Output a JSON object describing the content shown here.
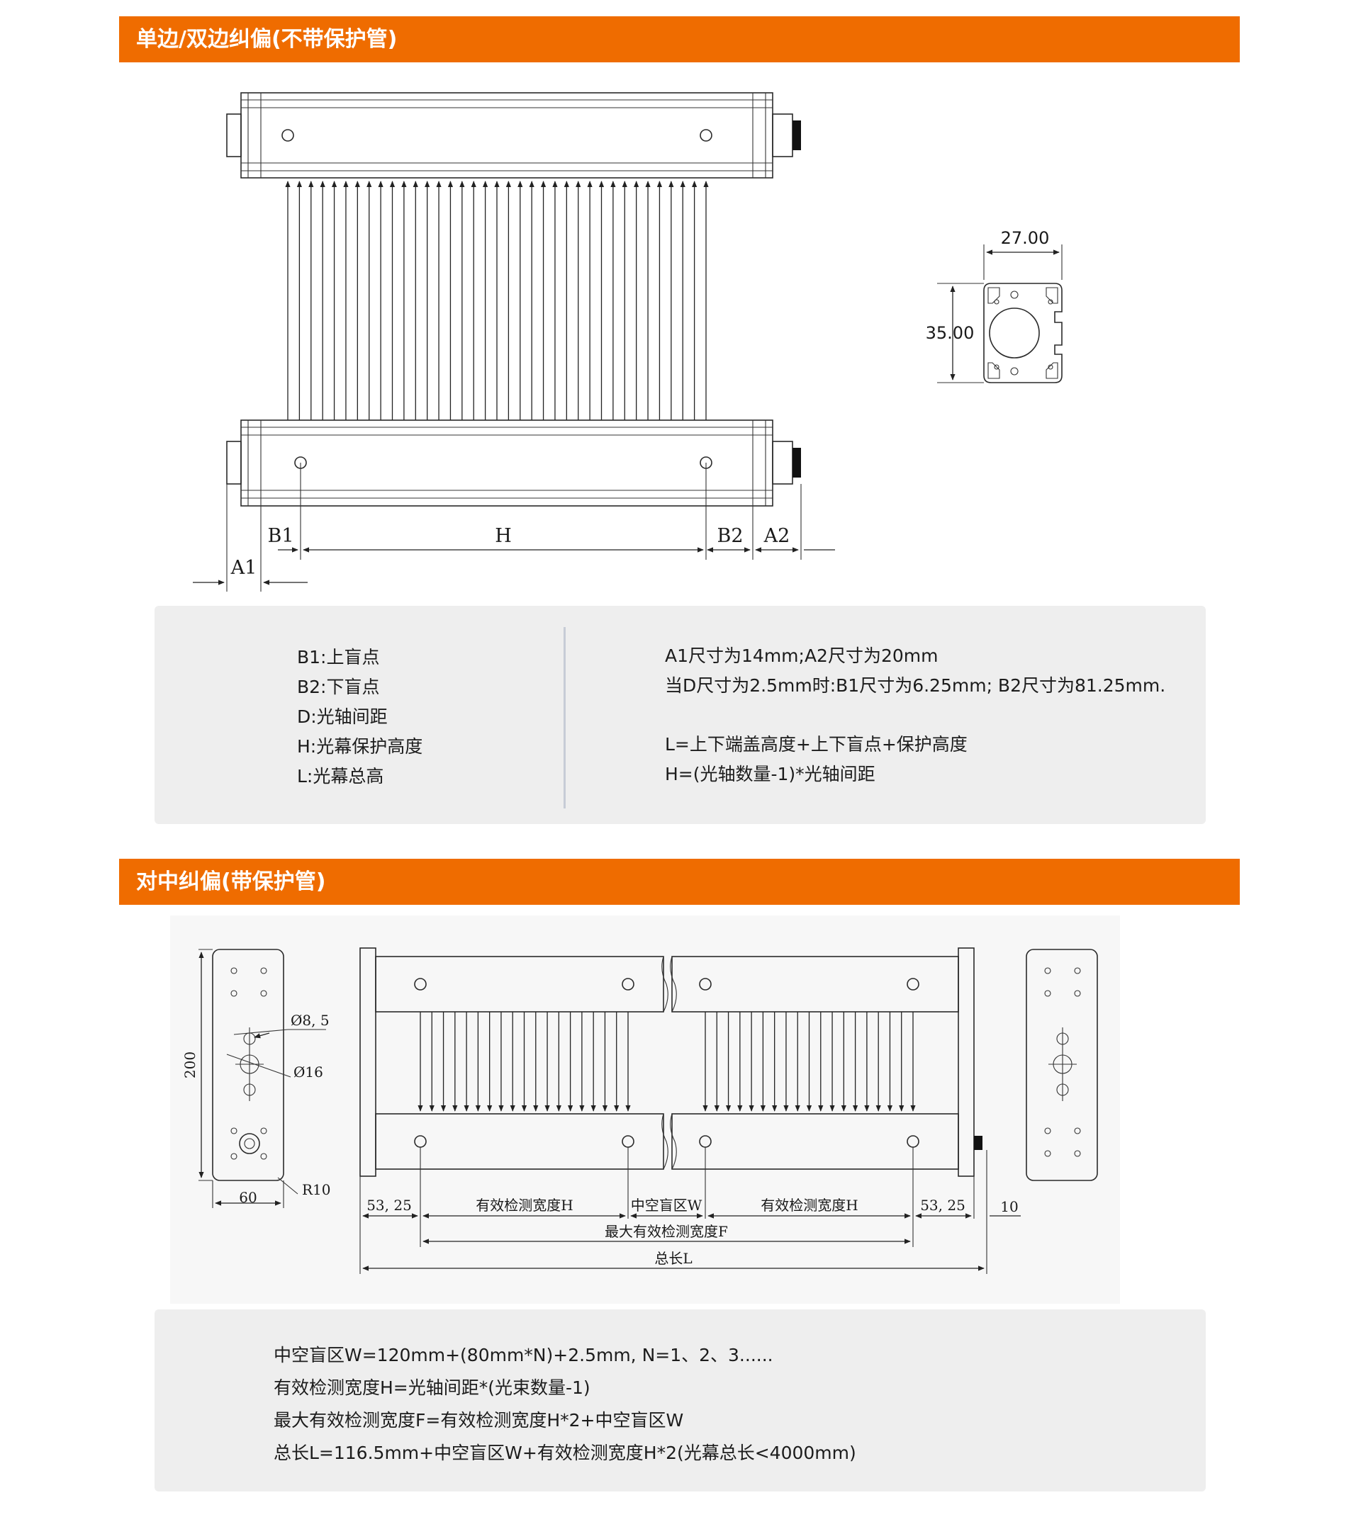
{
  "section1": {
    "title": "单边/双边纠偏(不带保护管)",
    "diagram": {
      "labels": {
        "b1": "B1",
        "h": "H",
        "b2": "B2",
        "a2": "A2",
        "a1": "A1"
      },
      "profile": {
        "width": "27.00",
        "height": "35.00"
      }
    },
    "info": {
      "left": [
        "B1:上盲点",
        "B2:下盲点",
        "D:光轴间距",
        "H:光幕保护高度",
        "L:光幕总高"
      ],
      "right": [
        "A1尺寸为14mm;A2尺寸为20mm",
        "当D尺寸为2.5mm时:B1尺寸为6.25mm; B2尺寸为81.25mm.",
        "L=上下端盖高度+上下盲点+保护高度",
        "H=(光轴数量-1)*光轴间距"
      ]
    }
  },
  "section2": {
    "title": "对中纠偏(带保护管)",
    "diagram": {
      "labels": {
        "dia_small": "Ø8, 5",
        "dia_large": "Ø16",
        "height": "200",
        "width": "60",
        "radius": "R10",
        "left_offset": "53, 25",
        "right_offset": "53, 25",
        "effective_width_left": "有效检测宽度H",
        "center_blind": "中空盲区W",
        "effective_width_right": "有效检测宽度H",
        "connector_offset": "10",
        "max_width": "最大有效检测宽度F",
        "total_length": "总长L"
      }
    },
    "info": {
      "lines": [
        "中空盲区W=120mm+(80mm*N)+2.5mm, N=1、2、3......",
        "有效检测宽度H=光轴间距*(光束数量-1)",
        "最大有效检测宽度F=有效检测宽度H*2+中空盲区W",
        "总长L=116.5mm+中空盲区W+有效检测宽度H*2(光幕总长<4000mm)"
      ]
    }
  }
}
